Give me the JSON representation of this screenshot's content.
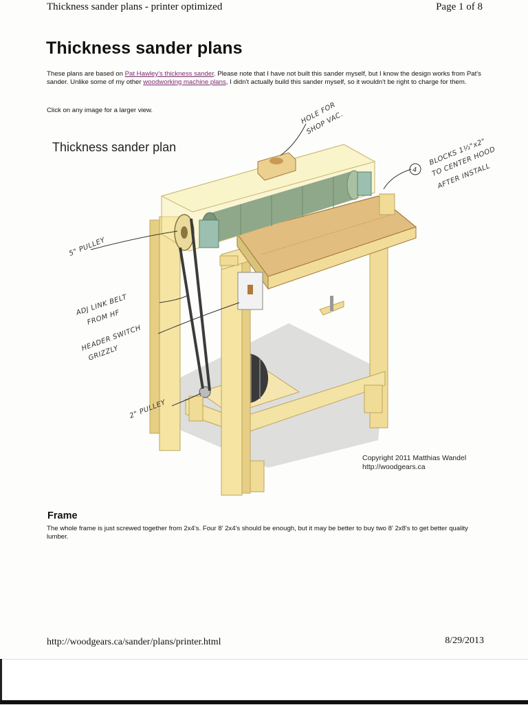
{
  "header": {
    "title": "Thickness sander plans - printer optimized",
    "page": "Page 1 of 8"
  },
  "article": {
    "title": "Thickness sander plans",
    "intro_part1": "These plans are based on ",
    "intro_link1": "Pat Hawley's thickness sander",
    "intro_part2": ". Please note that I have not built this sander myself, but I know the design works from Pat's sander. Unlike some of my other ",
    "intro_link2": "woodworking machine plans",
    "intro_part3": ", I didn't actually build this sander myself, so it wouldn't be right to charge for them.",
    "click_note": "Click on any image for a larger view."
  },
  "figure": {
    "title": "Thickness sander plan",
    "copyright_line1": "Copyright 2011 Matthias Wandel",
    "copyright_line2": "http://woodgears.ca",
    "annotations": {
      "hole_line1": "HOLE FOR",
      "hole_line2": "SHOP VAC.",
      "blocks_line1": "BLOCKS 1½\"x2\"",
      "blocks_line2": "TO CENTER HOOD",
      "blocks_line3": "AFTER INSTALL",
      "blocks_marker": "4",
      "pulley5": "5\" PULLEY",
      "belt_line1": "ADJ LINK BELT",
      "belt_line2": "FROM HF",
      "switch_line1": "HEADER SWITCH",
      "switch_line2": "GRIZZLY",
      "pulley2": "2\" PULLEY"
    }
  },
  "frame_section": {
    "heading": "Frame",
    "text": "The whole frame is just screwed together from 2x4's. Four 8' 2x4's should be enough, but it may be better to buy two 8' 2x8's to get better quality lumber."
  },
  "footer": {
    "url": "http://woodgears.ca/sander/plans/printer.html",
    "date": "8/29/2013"
  },
  "colors": {
    "link": "#7a2a6e",
    "wood": "#f3e3a4",
    "wood_dark": "#d9c27a",
    "table_top": "#e2bd80",
    "drum": "#8fa88a"
  }
}
